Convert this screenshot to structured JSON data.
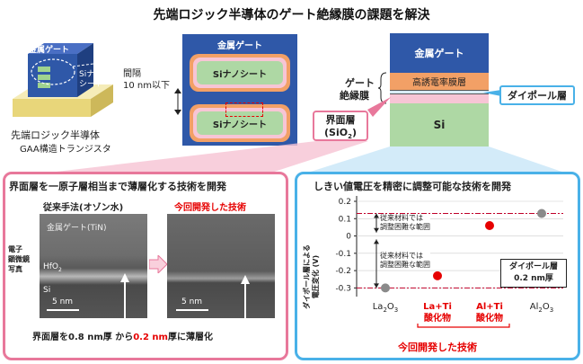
{
  "title": "先端ロジック半導体のゲート絶縁膜の課題を解決",
  "left_figure": {
    "metal_gate": "金属ゲート",
    "si_nanosheet": "Siナノシート",
    "caption_line1": "先端ロジック半導体",
    "caption_line2": "GAA構造トランジスタ"
  },
  "cross_section": {
    "metal_gate": "金属ゲート",
    "sheet1": "Siナノシート",
    "sheet2": "Siナノシート",
    "gap_label_line1": "間隔",
    "gap_label_line2": "10 nm以下"
  },
  "stack": {
    "metal_gate": "金属ゲート",
    "high_k": "高誘電率膜層",
    "si": "Si",
    "gate_insulator_line1": "ゲート",
    "gate_insulator_line2": "絶縁膜",
    "dipole_callout": "ダイポール層",
    "interface_callout_line1": "界面層",
    "interface_callout_line2": "(SiO",
    "interface_callout_sub": "2",
    "interface_callout_end": ")"
  },
  "left_panel": {
    "title": "界面層を一原子層相当まで薄層化する技術を開発",
    "conventional": "従来手法(オゾン水)",
    "new_tech": "今回開発した技術",
    "tem_label_line1": "電子",
    "tem_label_line2": "顕微鏡",
    "tem_label_line3": "写真",
    "gate_label": "金属ゲート(TiN)",
    "hfo2": "HfO",
    "hfo2_sub": "2",
    "si_label": "Si",
    "scale_left": "5 nm",
    "scale_right": "5 nm",
    "caption_pre": "界面層を0.8 nm厚 から",
    "caption_red": "0.2 nm",
    "caption_post": "厚に薄層化"
  },
  "right_panel": {
    "title": "しきい値電圧を精密に調整可能な技術を開発",
    "ylabel_line1": "ダイポール層による",
    "ylabel_line2": "電圧変化 (V)",
    "annot_top_line1": "従来材料では",
    "annot_top_line2": "調整困難な範囲",
    "annot_bot_line1": "従来材料では",
    "annot_bot_line2": "調整困難な範囲",
    "box_line1": "ダイポール層",
    "box_line2": "0.2 nm厚",
    "footer": "今回開発した技術"
  },
  "chart_data": {
    "type": "scatter",
    "categories": [
      "La2O3",
      "La+Ti酸化物",
      "Al+Ti酸化物",
      "Al2O3"
    ],
    "values": [
      -0.3,
      -0.23,
      0.06,
      0.13
    ],
    "colors": [
      "#8a8a8a",
      "#e60000",
      "#e60000",
      "#8a8a8a"
    ],
    "ylim": [
      -0.35,
      0.2
    ],
    "yticks": [
      0.2,
      0.1,
      0,
      -0.1,
      -0.2,
      -0.3
    ],
    "ytick_labels": [
      "0.2",
      "0.1",
      "0",
      "-0.1",
      "-0.2",
      "-0.3"
    ],
    "xtick_labels": [
      {
        "main": "La",
        "sub1": "2",
        "mid": "O",
        "sub2": "3",
        "red": false
      },
      {
        "main": "La+Ti",
        "line2": "酸化物",
        "red": true
      },
      {
        "main": "Al+Ti",
        "line2": "酸化物",
        "red": true
      },
      {
        "main": "Al",
        "sub1": "2",
        "mid": "O",
        "sub2": "3",
        "red": false
      }
    ],
    "reference_lines": [
      0.13,
      -0.3
    ]
  },
  "colors": {
    "left_panel_border": "#e8789b",
    "right_panel_border": "#49b1e8",
    "metal_gate": "#2f58a8",
    "high_k": "#f2a066",
    "interface": "#f7c5d5",
    "si": "#aed8a4",
    "accent_red": "#e60000"
  }
}
